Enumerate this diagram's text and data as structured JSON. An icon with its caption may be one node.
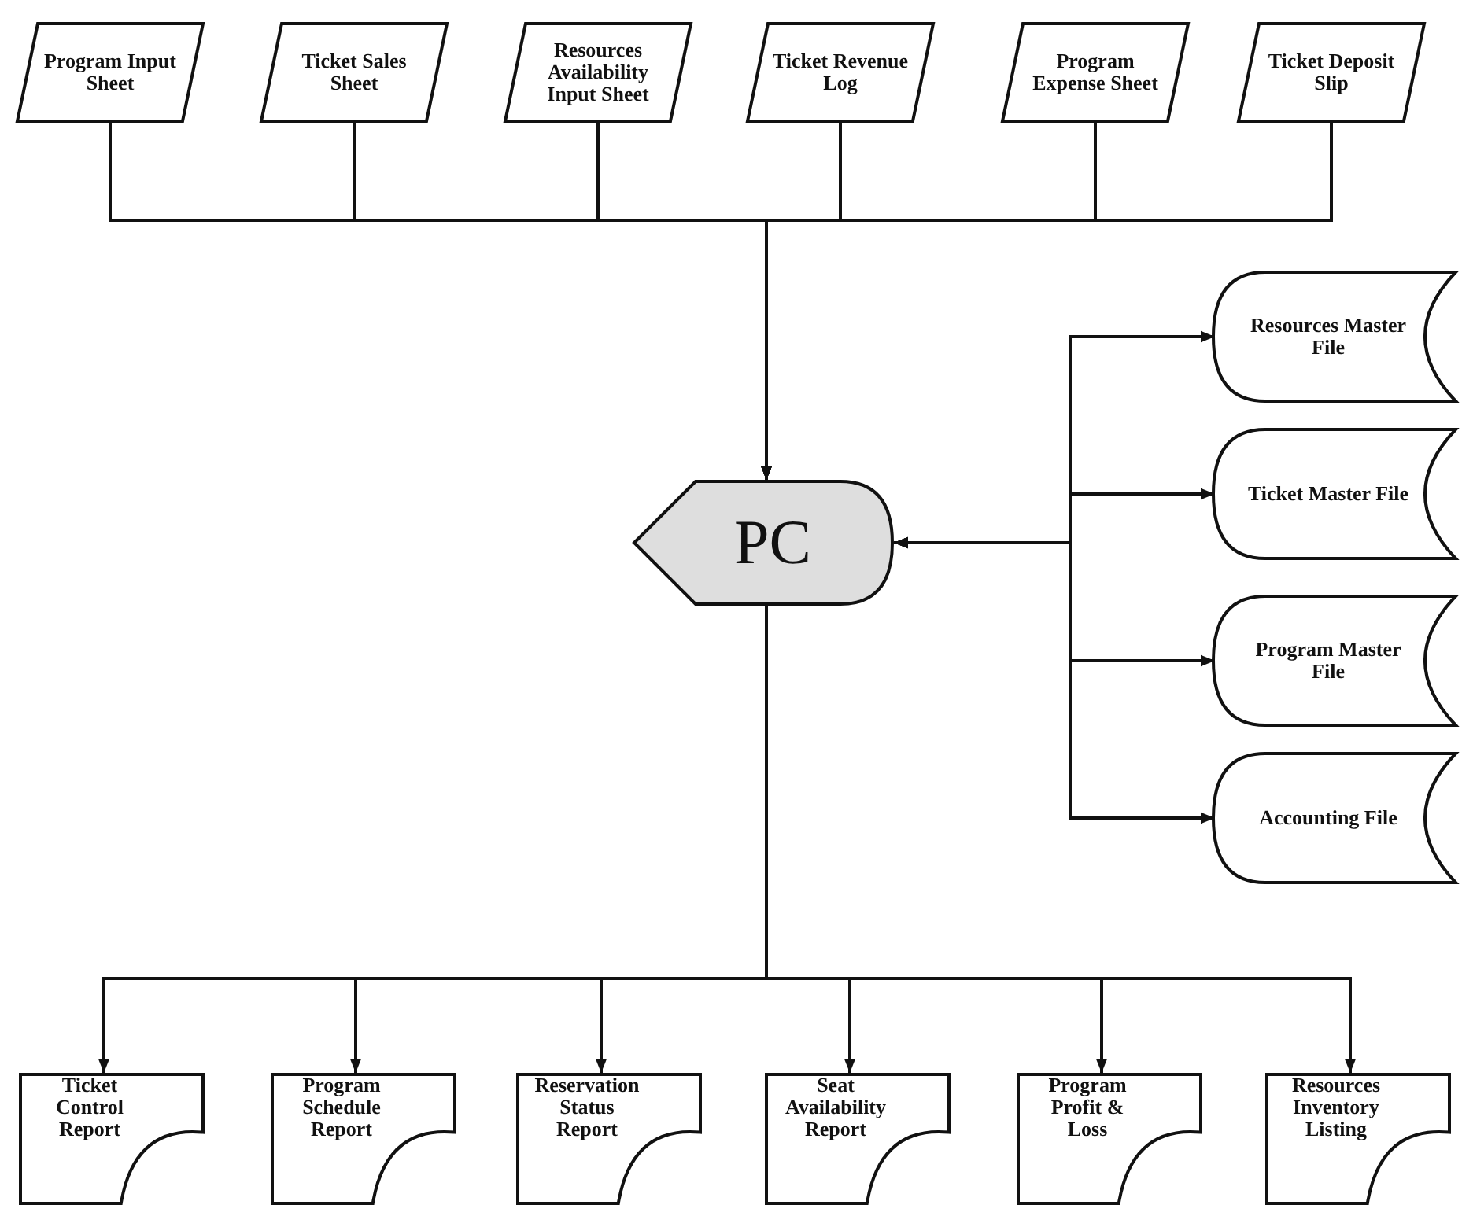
{
  "diagram": {
    "nodes": [
      {
        "text": [
          "Program Input Sheet"
        ]
      },
      {
        "text": [
          "Ticket Sales Sheet"
        ]
      },
      {
        "text": [
          "Resources Availability Input Sheet"
        ]
      },
      {
        "text": [
          "Ticket Revenue Log"
        ]
      },
      {
        "text": [
          "Program Expense Sheet"
        ]
      },
      {
        "text": [
          "Ticket Deposit Slip"
        ]
      },
      {
        "text": [
          "PC"
        ]
      },
      {
        "text": [
          "Resources Master File"
        ]
      },
      {
        "text": [
          "Ticket Master File"
        ]
      },
      {
        "text": [
          "Program Master File"
        ]
      },
      {
        "text": [
          "Accounting File"
        ]
      },
      {
        "text": [
          "Ticket Control Report"
        ]
      },
      {
        "text": [
          "Program Schedule Report"
        ]
      },
      {
        "text": [
          "Reservation Status Report"
        ]
      },
      {
        "text": [
          "Seat Availability Report"
        ]
      },
      {
        "text": [
          "Program Profit & Loss"
        ]
      },
      {
        "text": [
          "Resources Inventory Listing"
        ]
      }
    ],
    "edges": [
      {
        "from": 0,
        "to": 6,
        "arrow": "to"
      },
      {
        "from": 1,
        "to": 6,
        "arrow": "to"
      },
      {
        "from": 2,
        "to": 6,
        "arrow": "to"
      },
      {
        "from": 3,
        "to": 6,
        "arrow": "to"
      },
      {
        "from": 4,
        "to": 6,
        "arrow": "to"
      },
      {
        "from": 5,
        "to": 6,
        "arrow": "to"
      },
      {
        "from": 6,
        "to": 7,
        "arrow": "both"
      },
      {
        "from": 6,
        "to": 8,
        "arrow": "both"
      },
      {
        "from": 6,
        "to": 9,
        "arrow": "both"
      },
      {
        "from": 6,
        "to": 10,
        "arrow": "both"
      },
      {
        "from": 6,
        "to": 11,
        "arrow": "to"
      },
      {
        "from": 6,
        "to": 12,
        "arrow": "to"
      },
      {
        "from": 6,
        "to": 13,
        "arrow": "to"
      },
      {
        "from": 6,
        "to": 14,
        "arrow": "to"
      },
      {
        "from": 6,
        "to": 15,
        "arrow": "to"
      },
      {
        "from": 6,
        "to": 16,
        "arrow": "to"
      }
    ]
  }
}
